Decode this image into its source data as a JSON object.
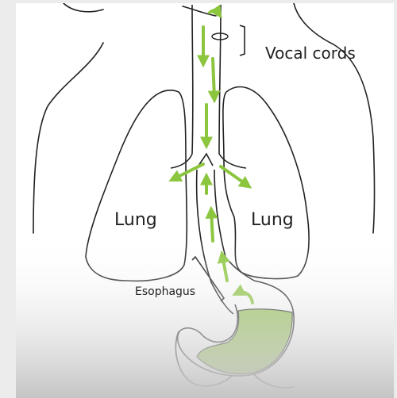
{
  "diagram": {
    "labels": {
      "vocal_cords": "Vocal cords",
      "lung_left": "Lung",
      "lung_right": "Lung",
      "esophagus": "Esophagus"
    },
    "colors": {
      "outline": "#222222",
      "arrow_green": "#8cc63f",
      "stomach_fill": "#93c152",
      "fade_bottom": "#c9c9c9",
      "background": "#ffffff"
    },
    "icons": [
      "flow-arrow-icon"
    ]
  }
}
